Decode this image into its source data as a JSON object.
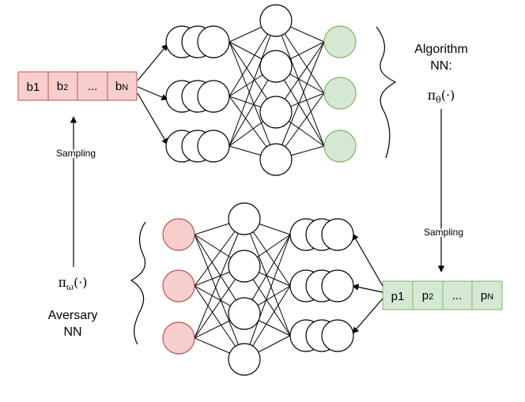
{
  "top_vector": {
    "cells": [
      {
        "main": "b",
        "sub": "1"
      },
      {
        "main": "b",
        "sub": "2"
      },
      {
        "main": "...",
        "sub": ""
      },
      {
        "main": "b",
        "sub": "N"
      }
    ]
  },
  "bottom_vector": {
    "cells": [
      {
        "main": "p",
        "sub": "1"
      },
      {
        "main": "p",
        "sub": "2"
      },
      {
        "main": "...",
        "sub": ""
      },
      {
        "main": "p",
        "sub": "N"
      }
    ]
  },
  "algorithm": {
    "title_line1": "Algorithm",
    "title_line2": "NN:",
    "policy_symbol": "π",
    "policy_sub": "θ",
    "policy_arg": "(·)",
    "sampling_label": "Sampling"
  },
  "adversary": {
    "title_line1": "Aversary",
    "title_line2": "NN",
    "policy_symbol": "π",
    "policy_sub": "ω",
    "policy_arg": "(·)",
    "sampling_label": "Sampling"
  },
  "colors": {
    "red_fill": "#f8cecc",
    "red_stroke": "#b85450",
    "green_fill": "#d5e8d4",
    "green_stroke": "#82b366"
  }
}
